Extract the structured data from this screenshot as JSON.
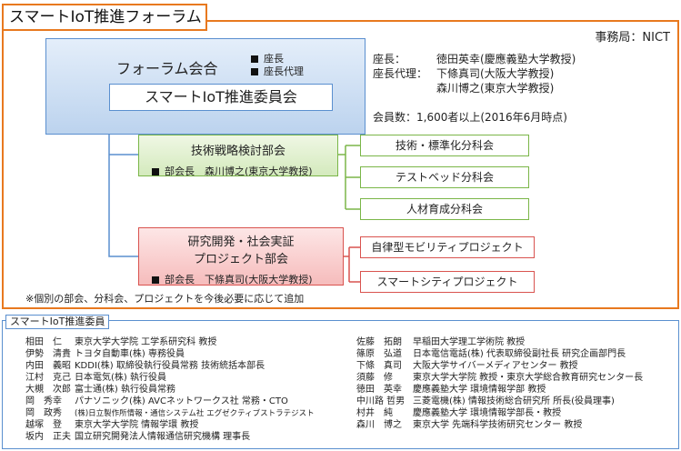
{
  "title": "スマートIoT推進フォーラム",
  "secretariat": "事務局：NICT",
  "forum": {
    "name": "フォーラム会合",
    "roles": [
      "座長",
      "座長代理"
    ],
    "committee": "スマートIoT推進委員会"
  },
  "info": {
    "chair_label": "座長：",
    "chair": "徳田英幸(慶應義塾大学教授)",
    "vice_label": "座長代理：",
    "vice": [
      "下條真司(大阪大学教授)",
      "森川博之(東京大学教授)"
    ],
    "members_count": "会員数：1,600者以上(2016年6月時点)"
  },
  "tech": {
    "title": "技術戦略検討部会",
    "head": "部会長　森川博之(東京大学教授)",
    "subcommittees": [
      "技術・標準化分科会",
      "テストベッド分科会",
      "人材育成分科会"
    ]
  },
  "rd": {
    "title_line1": "研究開発・社会実証",
    "title_line2": "プロジェクト部会",
    "head": "部会長　下條真司(大阪大学教授)",
    "projects": [
      "自律型モビリティプロジェクト",
      "スマートシティプロジェクト"
    ]
  },
  "note": "※個別の部会、分科会、プロジェクトを今後必要に応じて追加",
  "members_title": "スマートIoT推進委員",
  "members_left": [
    {
      "name": "相田　仁",
      "affil": "東京大学大学院 工学系研究科 教授"
    },
    {
      "name": "伊勢　清貴",
      "affil": "トヨタ自動車(株) 専務役員"
    },
    {
      "name": "内田　義昭",
      "affil": "KDDI(株) 取締役執行役員常務 技術統括本部長"
    },
    {
      "name": "江村　克己",
      "affil": "日本電気(株) 執行役員"
    },
    {
      "name": "大槻　次郎",
      "affil": "富士通(株) 執行役員常務"
    },
    {
      "name": "岡　秀幸",
      "affil": "パナソニック(株) AVCネットワークス社 常務・CTO"
    },
    {
      "name": "岡　政秀",
      "affil": "(株)日立製作所情報・通信システム社 エグゼクティブストラテジスト"
    },
    {
      "name": "越塚　登",
      "affil": "東京大学大学院 情報学環 教授"
    },
    {
      "name": "坂内　正夫",
      "affil": "国立研究開発法人情報通信研究機構 理事長"
    }
  ],
  "members_right": [
    {
      "name": "佐藤　拓朗",
      "affil": "早稲田大学理工学術院 教授"
    },
    {
      "name": "篠原　弘道",
      "affil": "日本電信電話(株) 代表取締役副社長 研究企画部門長"
    },
    {
      "name": "下條　真司",
      "affil": "大阪大学サイバーメディアセンター 教授"
    },
    {
      "name": "須藤　修",
      "affil": "東京大学大学院 教授・東京大学総合教育研究センター長"
    },
    {
      "name": "徳田　英幸",
      "affil": "慶應義塾大学 環境情報学部 教授"
    },
    {
      "name": "中川路 哲男",
      "affil": "三菱電機(株) 情報技術総合研究所 所長(役員理事)"
    },
    {
      "name": "村井　純",
      "affil": "慶應義塾大学 環境情報学部長・教授"
    },
    {
      "name": "森川　博之",
      "affil": "東京大学 先端科学技術研究センター 教授"
    }
  ]
}
